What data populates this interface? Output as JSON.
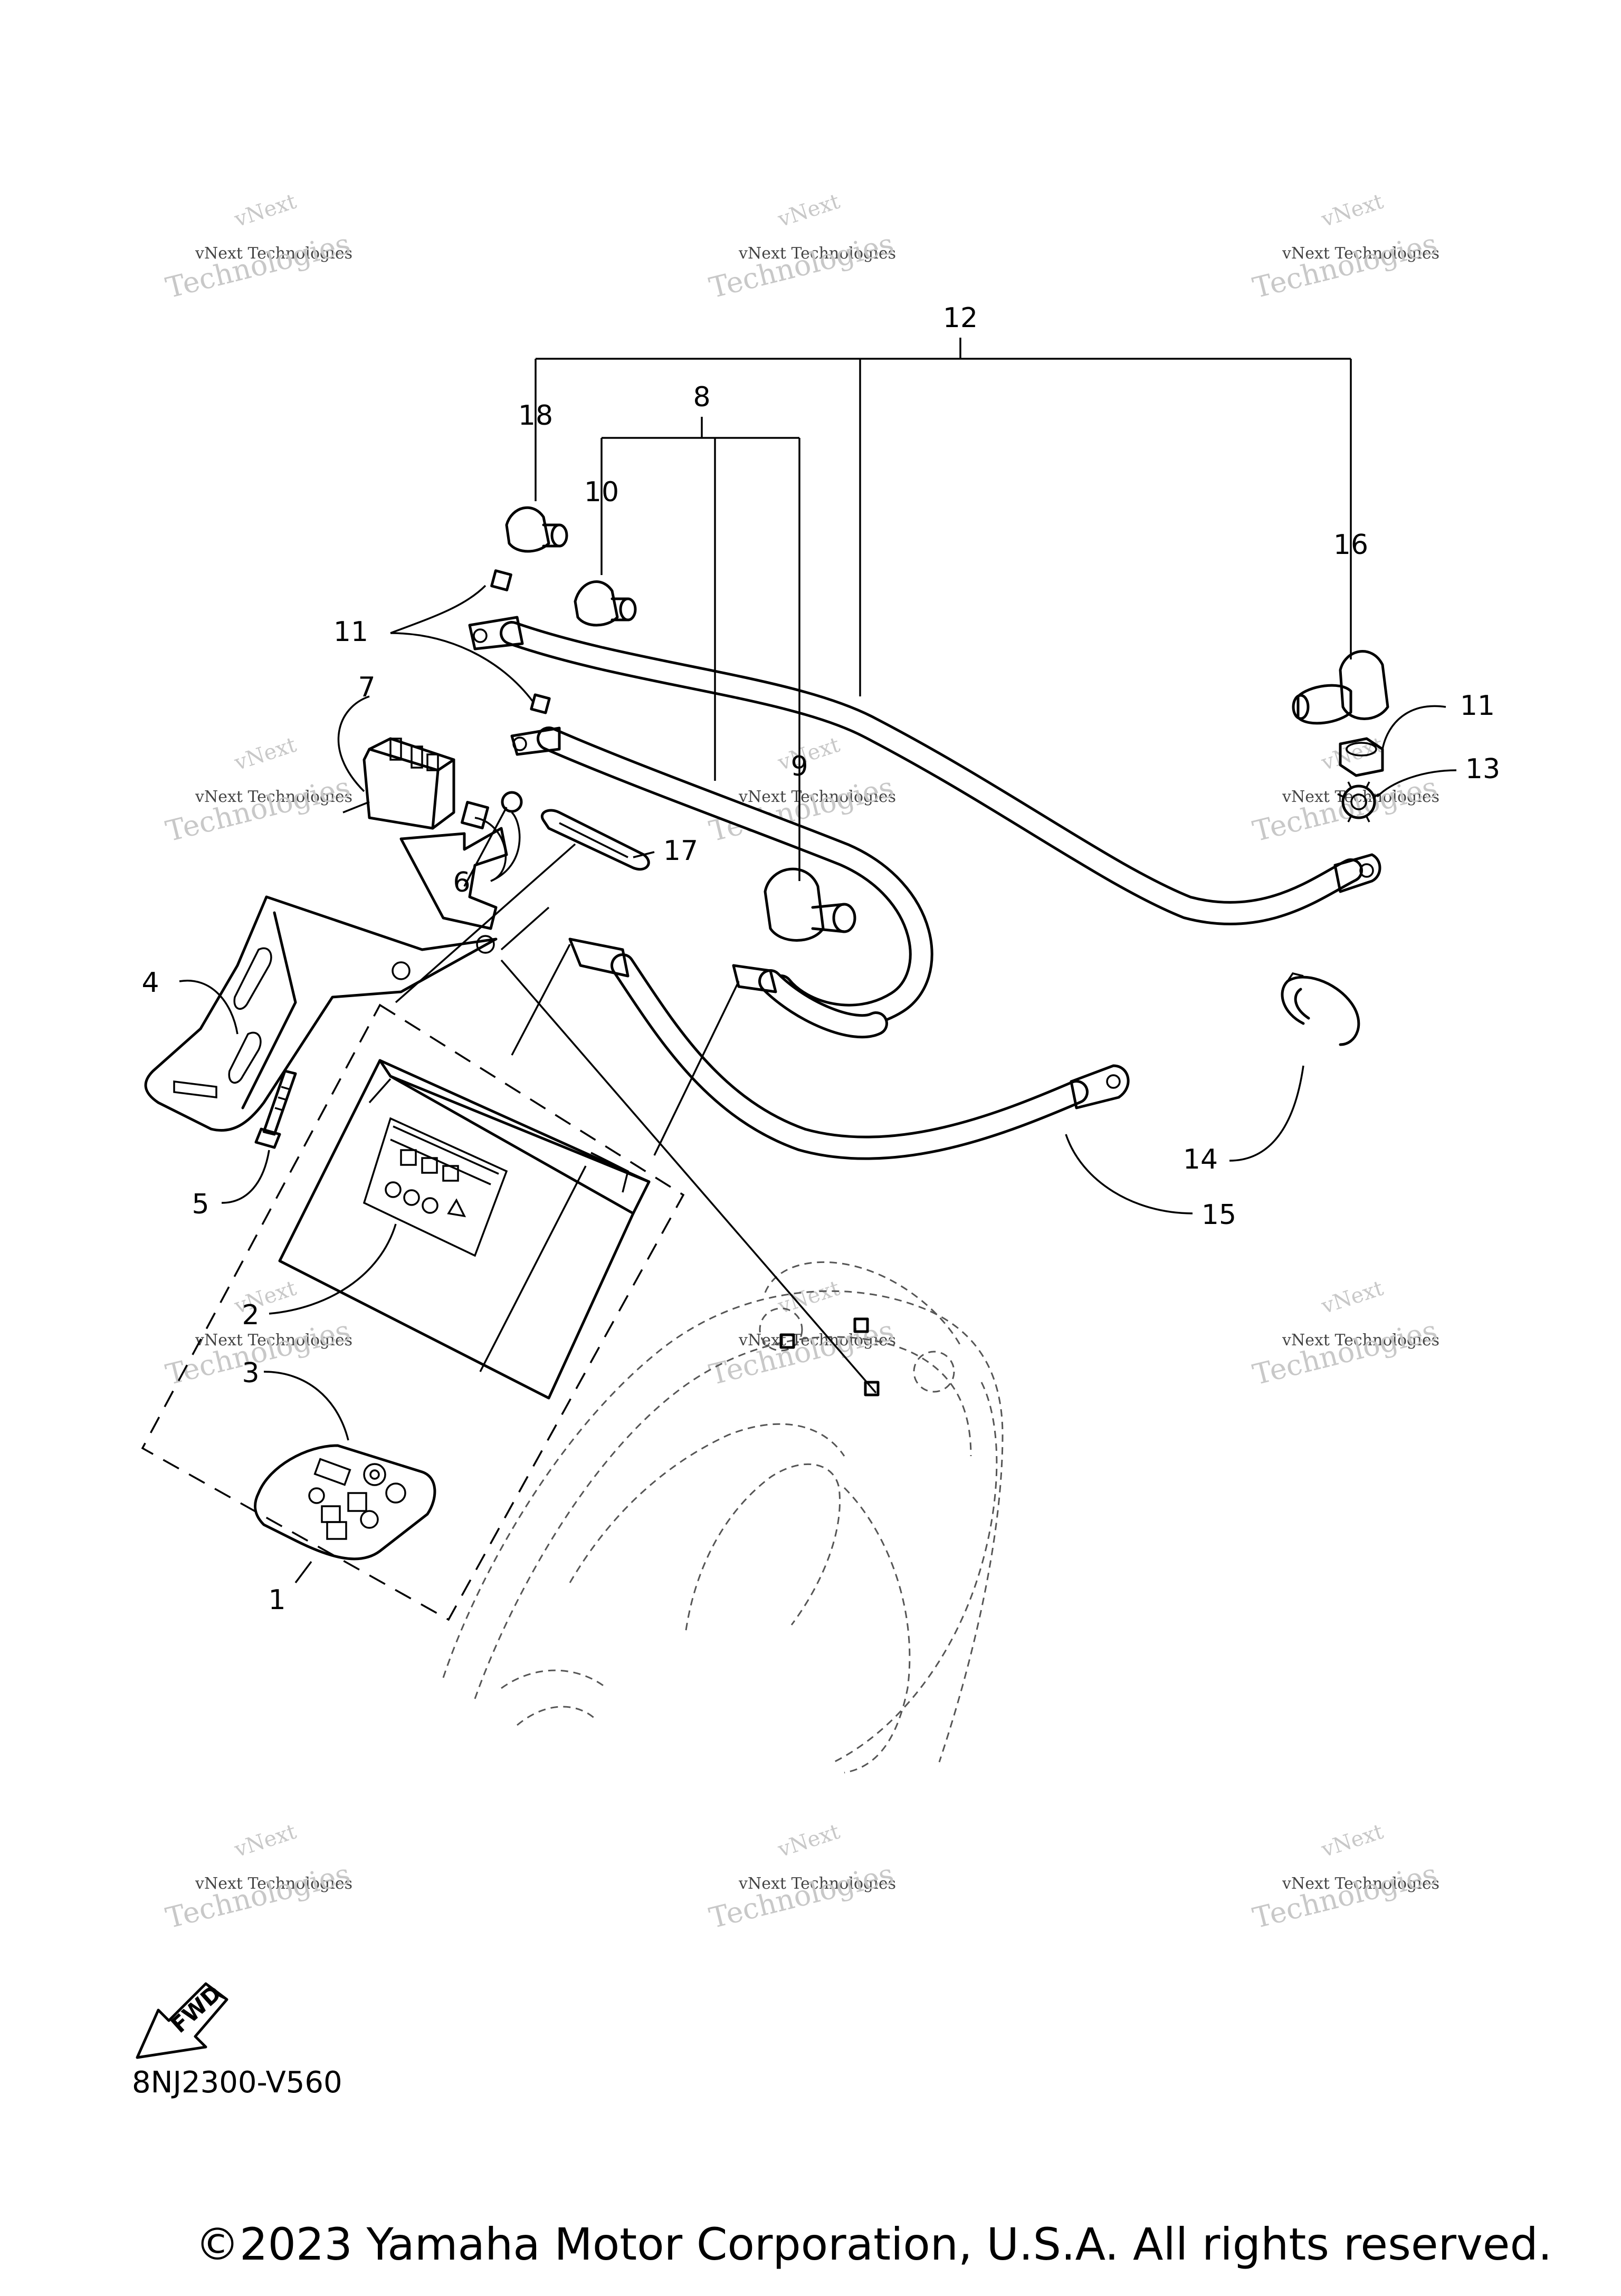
{
  "diagram": {
    "code": "8NJ2300-V560",
    "copyright": "©2023 Yamaha Motor Corporation, U.S.A. All rights reserved.",
    "fwd_label": "FWD",
    "watermark": {
      "line1": "vNext",
      "line2": "vNext Technologies",
      "line3": "Technologies"
    },
    "callouts": [
      "1",
      "2",
      "3",
      "4",
      "5",
      "6",
      "7",
      "8",
      "9",
      "10",
      "11",
      "11",
      "12",
      "13",
      "14",
      "15",
      "16",
      "17",
      "18"
    ]
  }
}
